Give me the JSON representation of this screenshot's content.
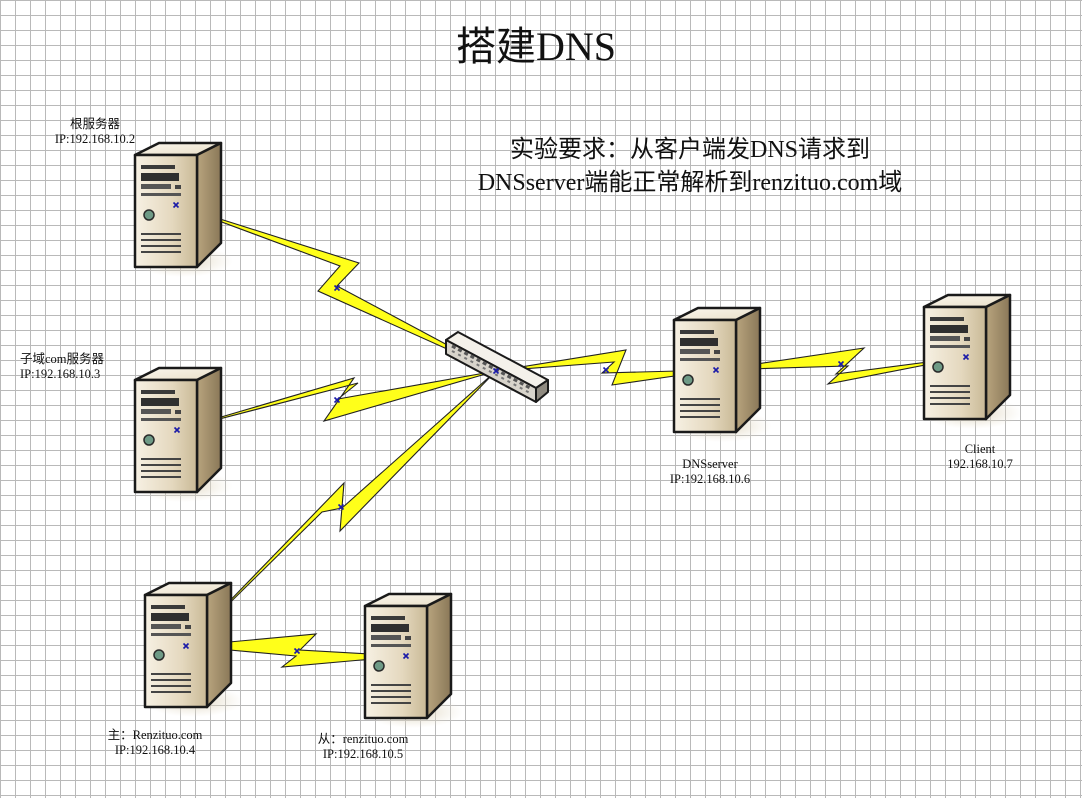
{
  "title": "搭建DNS",
  "requirement": {
    "line1": "实验要求：从客户端发DNS请求到",
    "line2": "DNSserver端能正常解析到renzituo.com域"
  },
  "nodes": {
    "root": {
      "name": "根服务器",
      "ip": "IP:192.168.10.2"
    },
    "com": {
      "name": "子域com服务器",
      "ip": "IP:192.168.10.3"
    },
    "master": {
      "name": "主：Renzituo.com",
      "ip": "IP:192.168.10.4"
    },
    "slave": {
      "name": "从：renzituo.com",
      "ip": "IP:192.168.10.5"
    },
    "dnsserver": {
      "name": "DNSserver",
      "ip": "IP:192.168.10.6"
    },
    "client": {
      "name": "Client",
      "ip": "192.168.10.7"
    }
  },
  "colors": {
    "link_fill": "#ffff1a",
    "link_stroke": "#222222",
    "connector_marker": "#1a1aa8",
    "grid": "#b9b9b9"
  }
}
